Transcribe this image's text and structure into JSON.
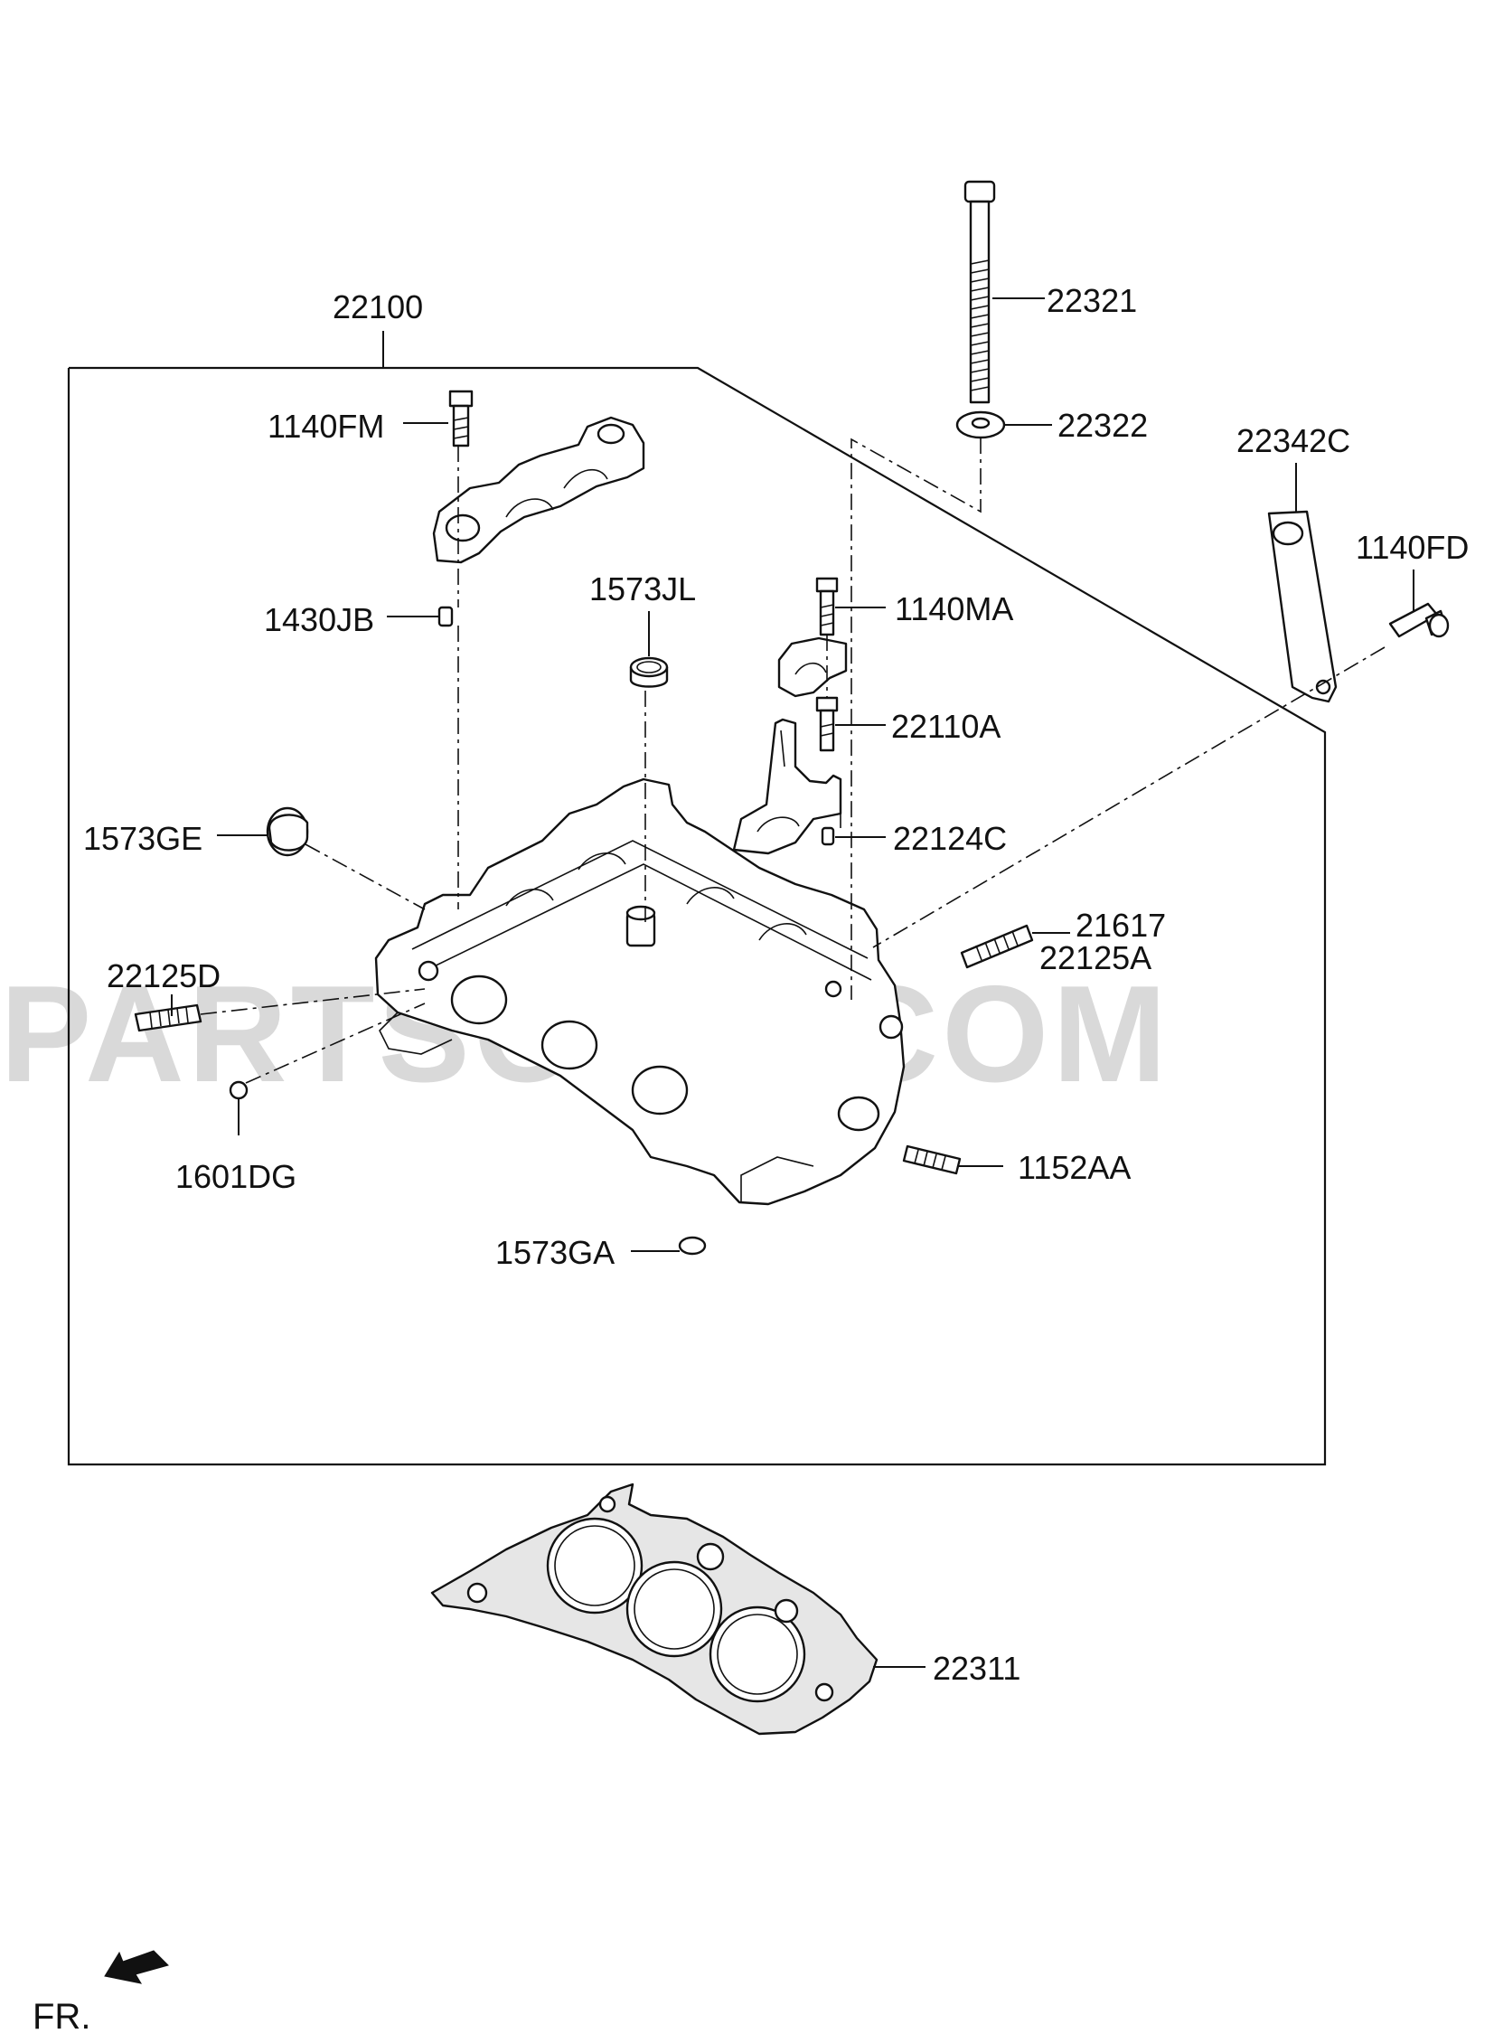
{
  "watermark": "PARTSOUQ.COM",
  "orientation": {
    "label": "FR.",
    "icon": "front-direction-arrow-icon"
  },
  "assembly_group": {
    "part_no": "22100"
  },
  "callouts": [
    {
      "id": "c22321",
      "part_no": "22321"
    },
    {
      "id": "c22322",
      "part_no": "22322"
    },
    {
      "id": "c22342C",
      "part_no": "22342C"
    },
    {
      "id": "c1140FD",
      "part_no": "1140FD"
    },
    {
      "id": "c1140FM",
      "part_no": "1140FM"
    },
    {
      "id": "c1430JB",
      "part_no": "1430JB"
    },
    {
      "id": "c1573JL",
      "part_no": "1573JL"
    },
    {
      "id": "c1140MA",
      "part_no": "1140MA"
    },
    {
      "id": "c22110A",
      "part_no": "22110A"
    },
    {
      "id": "c1573GE",
      "part_no": "1573GE"
    },
    {
      "id": "c22124C",
      "part_no": "22124C"
    },
    {
      "id": "c21617",
      "part_no": "21617"
    },
    {
      "id": "c22125A",
      "part_no": "22125A"
    },
    {
      "id": "c22125D",
      "part_no": "22125D"
    },
    {
      "id": "c1601DG",
      "part_no": "1601DG"
    },
    {
      "id": "c1152AA",
      "part_no": "1152AA"
    },
    {
      "id": "c1573GA",
      "part_no": "1573GA"
    },
    {
      "id": "c22311",
      "part_no": "22311"
    }
  ]
}
